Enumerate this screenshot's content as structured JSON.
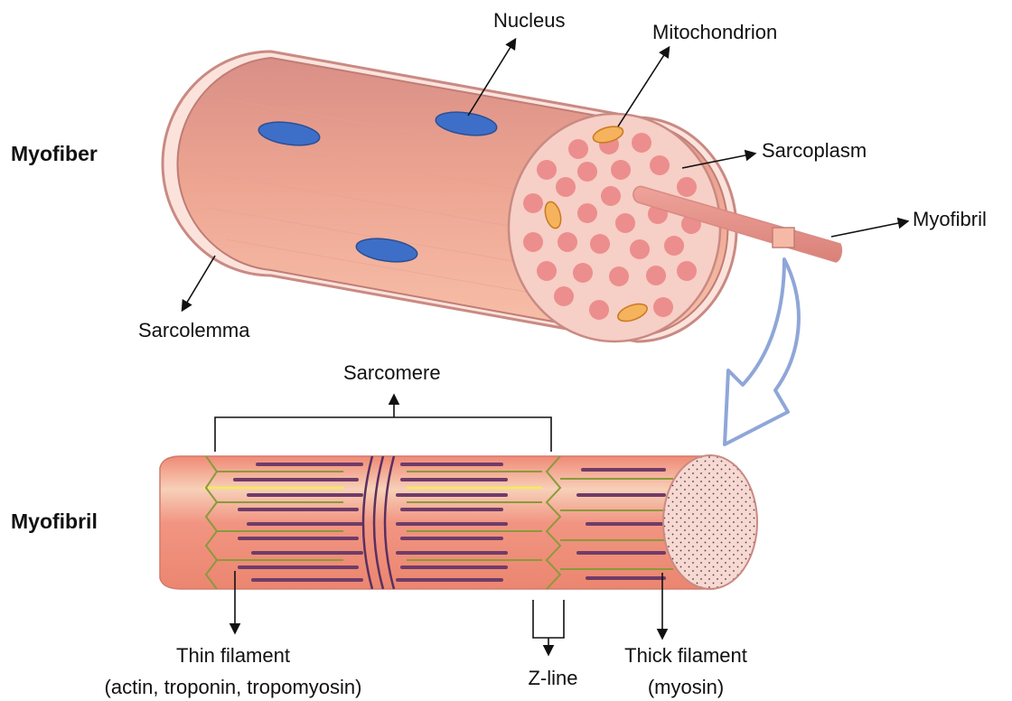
{
  "sections": {
    "myofiber_heading": "Myofiber",
    "myofibril_heading": "Myofibril"
  },
  "labels": {
    "nucleus": "Nucleus",
    "mitochondrion": "Mitochondrion",
    "sarcoplasm": "Sarcoplasm",
    "myofibril": "Myofibril",
    "sarcolemma": "Sarcolemma",
    "sarcomere": "Sarcomere",
    "thin_filament": "Thin filament",
    "thin_filament_detail": "(actin, troponin, tropomyosin)",
    "z_line": "Z-line",
    "thick_filament": "Thick filament",
    "thick_filament_detail": "(myosin)"
  },
  "colors": {
    "fiber_body": "#e7a08f",
    "fiber_edge": "#c57f78",
    "nucleus": "#3e6fc8",
    "fibril_dot": "#e8898c",
    "mitochondrion": "#f2a64a",
    "arrow_outline": "#8fa6d8",
    "thick_filament": "#6f3c68",
    "thin_filament": "#8a9a3a"
  }
}
